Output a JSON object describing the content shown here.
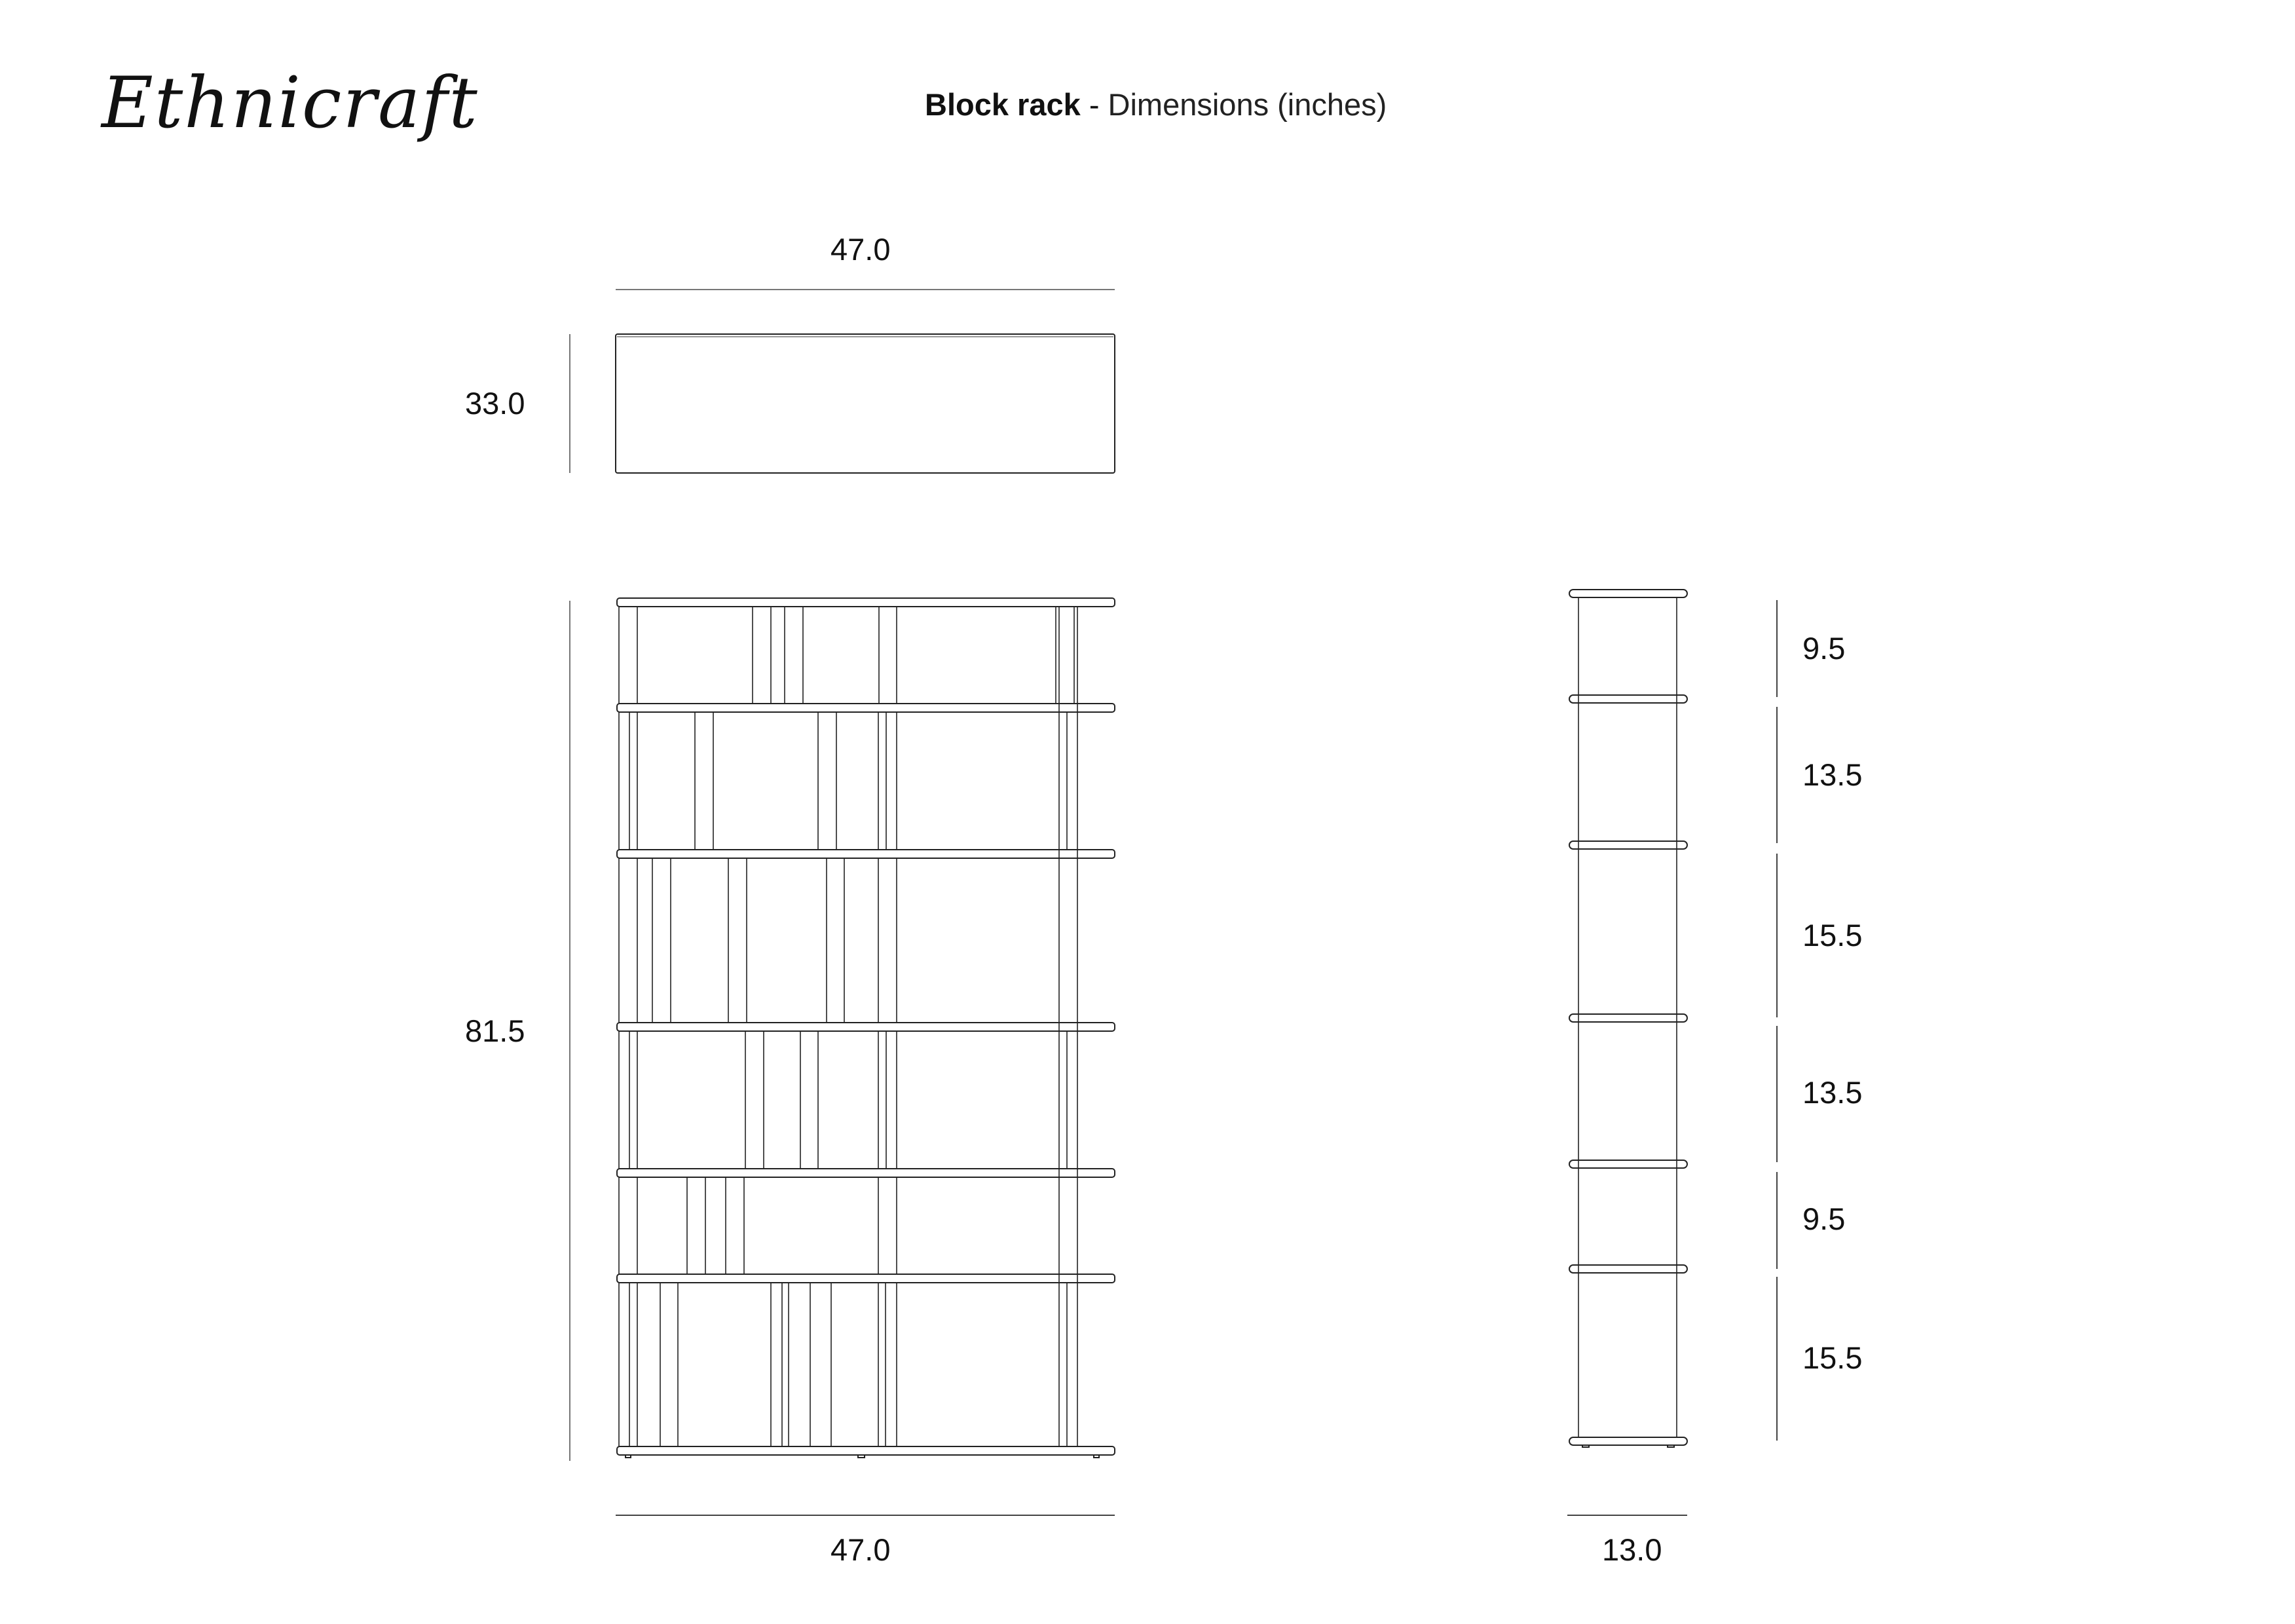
{
  "header": {
    "brand": "Ethnicraft",
    "title_bold": "Block rack",
    "title_separator": " - ",
    "title_light": "Dimensions (inches)"
  },
  "top_view": {
    "width_label": "47.0",
    "depth_label": "33.0"
  },
  "front_view": {
    "height_label": "81.5",
    "width_label": "47.0",
    "shelf_count": 7
  },
  "side_view": {
    "depth_label": "13.0",
    "section_heights": [
      "9.5",
      "13.5",
      "15.5",
      "13.5",
      "9.5",
      "15.5"
    ]
  },
  "colors": {
    "line": "#222222",
    "dimension_line": "#777777",
    "background": "#ffffff"
  }
}
